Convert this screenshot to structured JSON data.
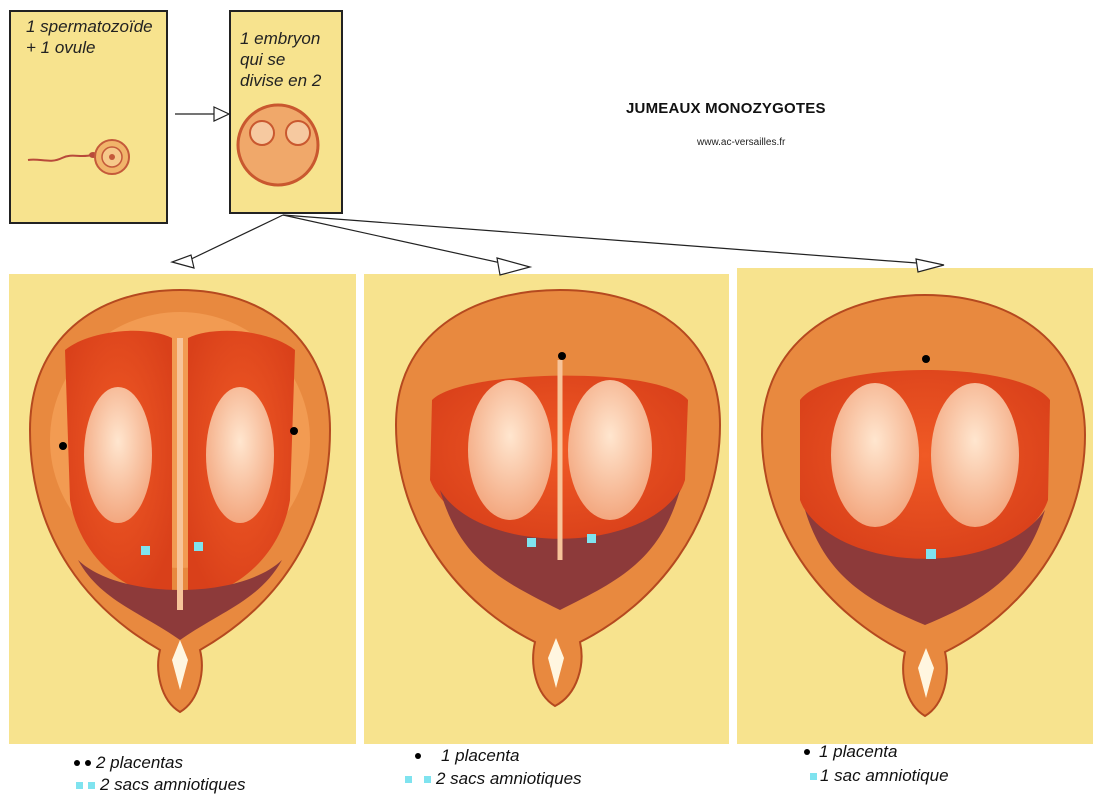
{
  "top": {
    "box1_text": "1 spermatozoïde\n+ 1 ovule",
    "box2_text": "1 embryon\nqui se\ndivise en 2"
  },
  "title": "JUMEAUX MONOZYGOTES",
  "source": "www.ac-versailles.fr",
  "legends": [
    {
      "line1": "2 placentas",
      "line2": "2 sacs amniotiques"
    },
    {
      "line1": "1 placenta",
      "line2": "2 sacs amniotiques"
    },
    {
      "line1": "1 placenta",
      "line2": "1 sac amniotique"
    }
  ],
  "colors": {
    "panel_bg": "#f7e38e",
    "uterus_wall": "#e8893f",
    "uterus_inner": "#e0481f",
    "dark_bottom": "#8d3a3a",
    "marker_square": "#7fe3ef",
    "marker_dot": "#000000"
  }
}
